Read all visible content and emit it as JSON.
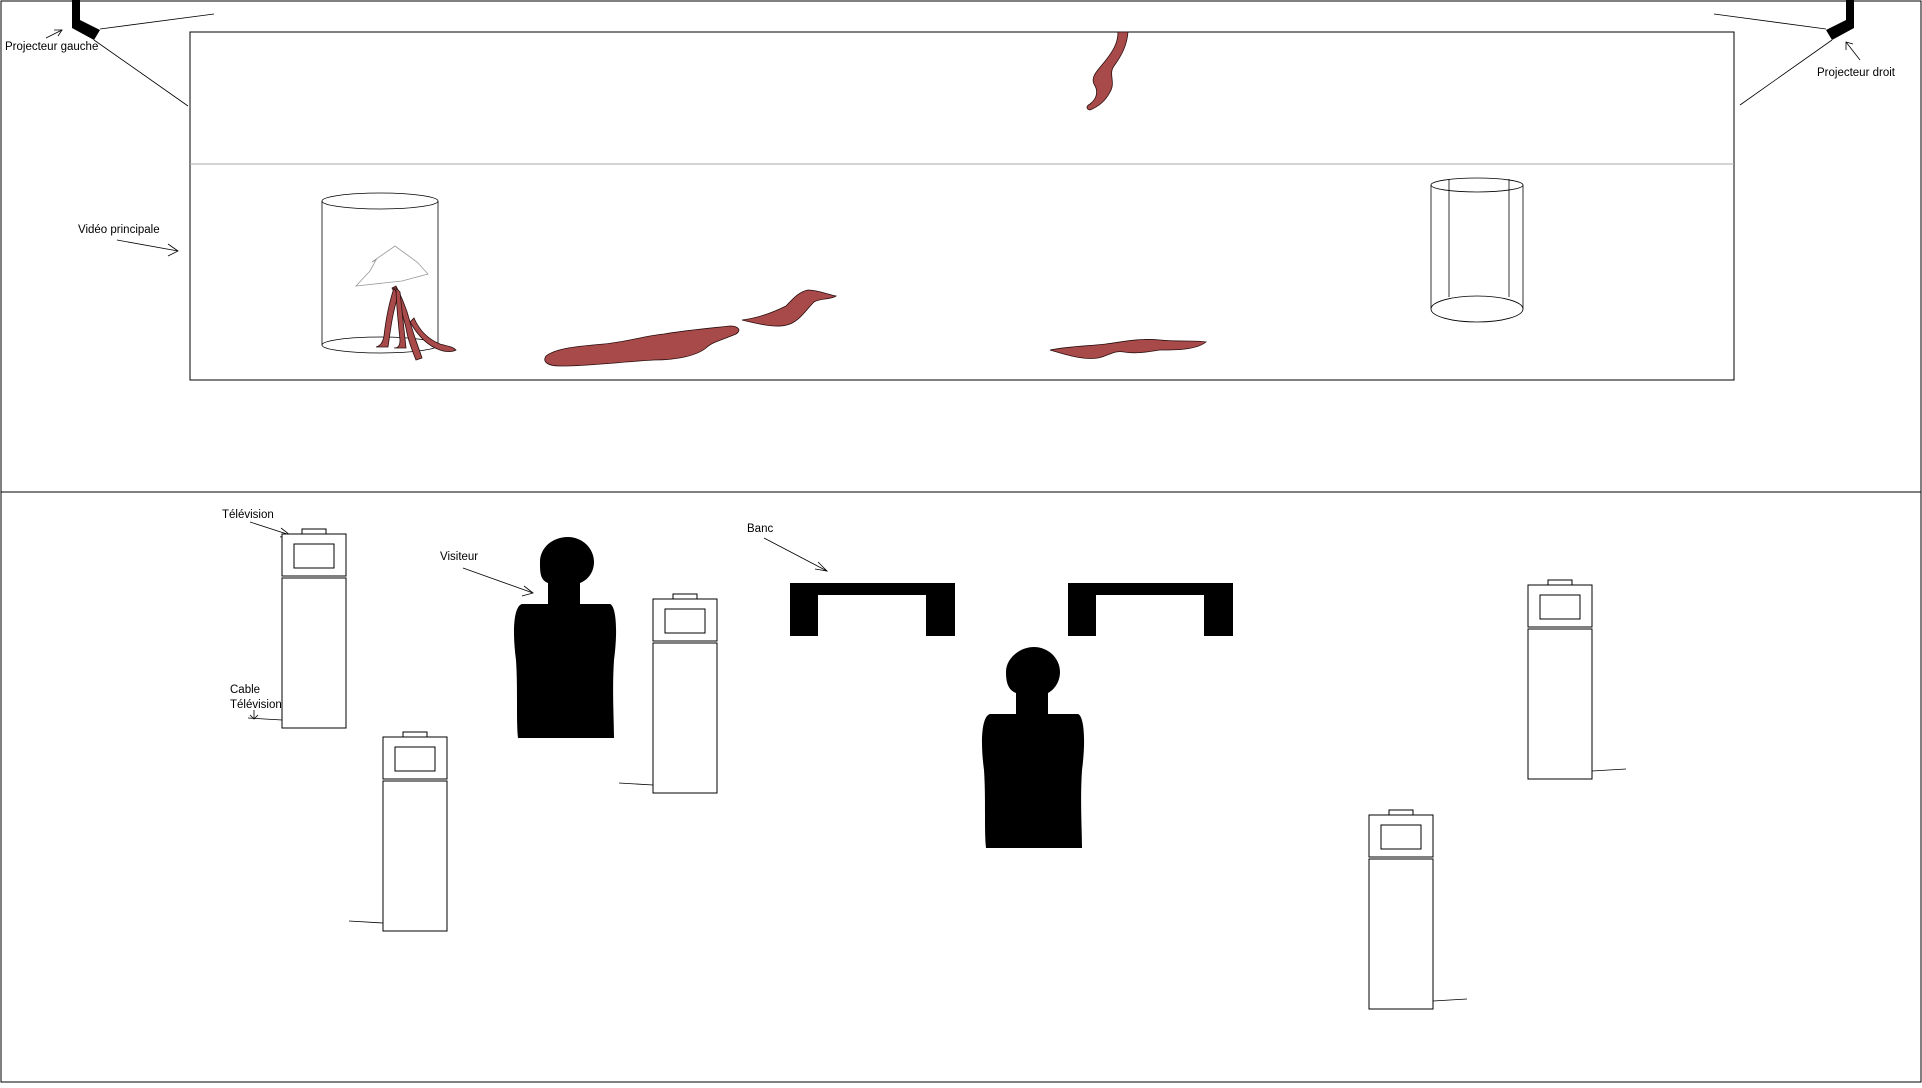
{
  "labels": {
    "left_projector": "Projecteur gauche",
    "right_projector": "Projecteur droit",
    "main_video": "Vidéo principale",
    "television": "Télévision",
    "visitor": "Visiteur",
    "bench": "Banc",
    "cable_line1": "Cable",
    "cable_line2": "Télévision"
  },
  "colors": {
    "outline": "#000000",
    "creature_fill": "#a94a4a",
    "silhouette": "#000000",
    "divider": "#aaaaaa"
  },
  "icons": [
    "projector-icon",
    "television-icon",
    "visitor-silhouette-icon",
    "bench-icon",
    "glass-cylinder-icon"
  ]
}
